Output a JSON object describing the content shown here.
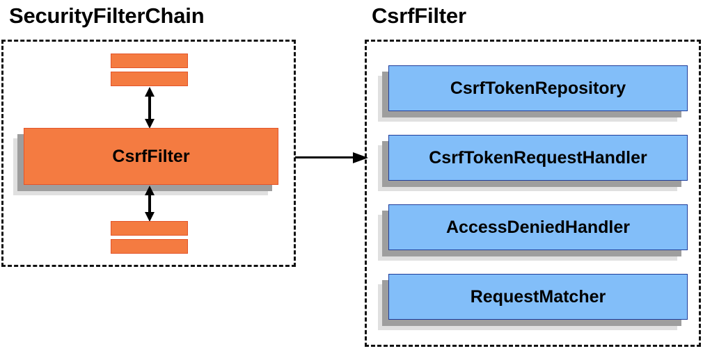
{
  "left_panel": {
    "title": "SecurityFilterChain",
    "main_box_label": "CsrfFilter",
    "stub_bars": [
      {
        "name": "filter-stub-top-1"
      },
      {
        "name": "filter-stub-top-2"
      },
      {
        "name": "filter-stub-bottom-1"
      },
      {
        "name": "filter-stub-bottom-2"
      }
    ]
  },
  "right_panel": {
    "title": "CsrfFilter",
    "collaborators": [
      {
        "label": "CsrfTokenRepository"
      },
      {
        "label": "CsrfTokenRequestHandler"
      },
      {
        "label": "AccessDeniedHandler"
      },
      {
        "label": "RequestMatcher"
      }
    ]
  },
  "colors": {
    "orange_fill": "#F47B41",
    "orange_border": "#E2542A",
    "blue_fill": "#82BEF9",
    "blue_border": "#1F3C99",
    "shadow_dark": "#9E9E9E",
    "shadow_light": "#E0E0E0",
    "panel_border": "#111111",
    "text": "#000000",
    "background": "#FFFFFF"
  }
}
